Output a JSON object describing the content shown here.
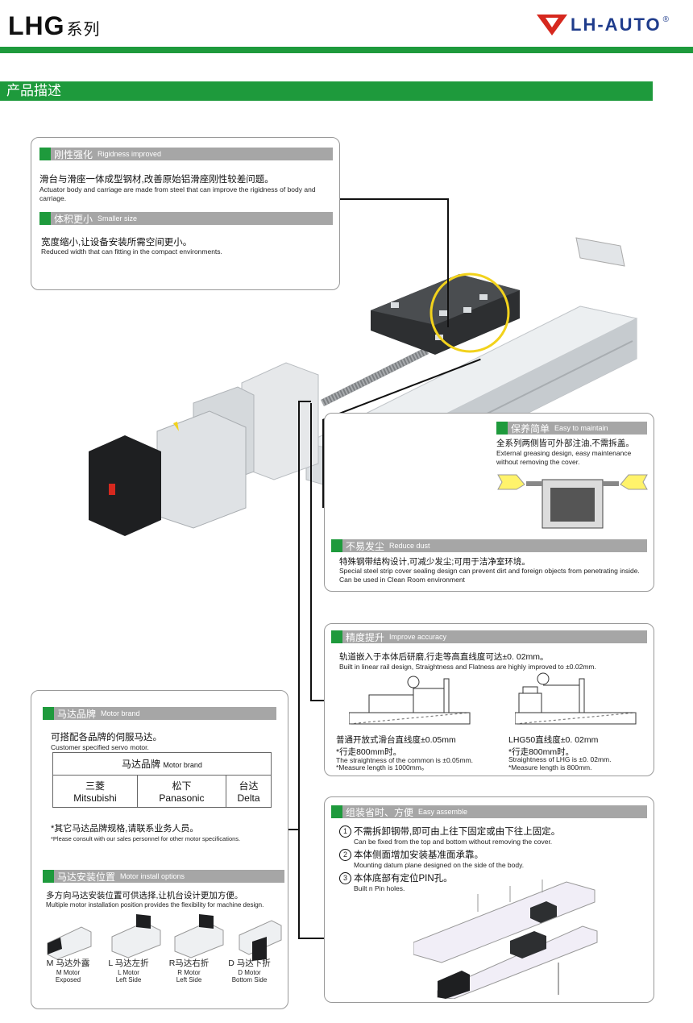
{
  "header": {
    "series_main": "LHG",
    "series_sub": "系列",
    "brand": "LH-AUTO",
    "reg": "®"
  },
  "section_title": "产品描述",
  "rigidness": {
    "title_zh": "刚性强化",
    "title_en": "Rigidness improved",
    "text_zh": "滑台与滑座一体成型钢材,改善原始铝滑座刚性较差问题。",
    "text_en": "Actuator body and carriage are made from steel that can improve the rigidness of body and carriage."
  },
  "smaller": {
    "title_zh": "体积更小",
    "title_en": "Smaller size",
    "text_zh": "宽度缩小,让设备安装所需空间更小。",
    "text_en": "Reduced  width  that can fitting in the compact environments."
  },
  "maintain": {
    "title_zh": "保养简单",
    "title_en": "Easy to maintain",
    "text_zh": "全系列两侧皆可外部注油,不需拆盖。",
    "text_en": "External greasing design, easy maintenance without removing the cover."
  },
  "dust": {
    "title_zh": "不易发尘",
    "title_en": "Reduce  dust",
    "text_zh": "特殊钢带结构设计,可减少发尘;可用于洁净室环境。",
    "text_en": "Special steel strip cover sealing design can prevent dirt and foreign objects from penetrating inside. Can be used in Clean Room environment"
  },
  "accuracy": {
    "title_zh": "精度提升",
    "title_en": "Improve accuracy",
    "text_zh": "轨道嵌入于本体后研磨,行走等高直线度可达±0. 02mm。",
    "text_en": "Built in linear rail design, Straightness and Flatness are highly improved to ±0.02mm.",
    "left_zh1": "普通开放式滑台直线度±0.05mm",
    "left_zh2": "*行走800mm时。",
    "left_en1": "The straightness of the common is ±0.05mm.",
    "left_en2": "*Measure length is 1000mm。",
    "right_zh1": "LHG50直线度±0. 02mm",
    "right_zh2": "*行走800mm时。",
    "right_en1": "Straightness of LHG is  ±0. 02mm.",
    "right_en2": "*Measure length is 800mm."
  },
  "motor": {
    "title_zh": "马达品牌",
    "title_en": "Motor brand",
    "text_zh": "可搭配各品牌的伺服马达。",
    "text_en": "Customer  specified  servo  motor.",
    "table_head_zh": "马达品牌",
    "table_head_en": "Motor brand",
    "brands": [
      {
        "zh": "三菱",
        "en": "Mitsubishi"
      },
      {
        "zh": "松下",
        "en": "Panasonic"
      },
      {
        "zh": "台达",
        "en": "Delta"
      }
    ],
    "note_zh": "*其它马达品牌规格,请联系业务人员。",
    "note_en": "*Please consult with our sales personnel for other motor specifications."
  },
  "install": {
    "title_zh": "马达安装位置",
    "title_en": "Motor install options",
    "text_zh": "多方向马达安装位置可供选择,让机台设计更加方便。",
    "text_en": "Multiple motor installation position provides the flexibility for machine design.",
    "options": [
      {
        "zh": "M 马达外露",
        "en1": "M Motor",
        "en2": "Exposed"
      },
      {
        "zh": "L 马达左折",
        "en1": "L Motor",
        "en2": "Left Side"
      },
      {
        "zh": "R马达右折",
        "en1": "R Motor",
        "en2": "Left Side"
      },
      {
        "zh": "D 马达下折",
        "en1": "D Motor",
        "en2": "Bottom Side"
      }
    ]
  },
  "assemble": {
    "title_zh": "组装省时、方便",
    "title_en": "Easy  assemble",
    "items": [
      {
        "num": "1",
        "zh": "不需拆卸钢带,即可由上往下固定或由下往上固定。",
        "en": "Can  be  fixed  from  the  top  and  bottom  without  removing  the  cover."
      },
      {
        "num": "2",
        "zh": "本体侧面增加安装基准面承靠。",
        "en": "Mounting  datum  plane  designed  on  the  side  of  the  body."
      },
      {
        "num": "3",
        "zh": "本体底部有定位PIN孔。",
        "en": "Built  n  Pin holes."
      }
    ]
  },
  "colors": {
    "green": "#1e9a3c",
    "title_gray": "#a6a6a6",
    "brand_blue": "#1f3c8c",
    "brand_red": "#d6281e",
    "highlight_yellow": "#f2d21c"
  }
}
